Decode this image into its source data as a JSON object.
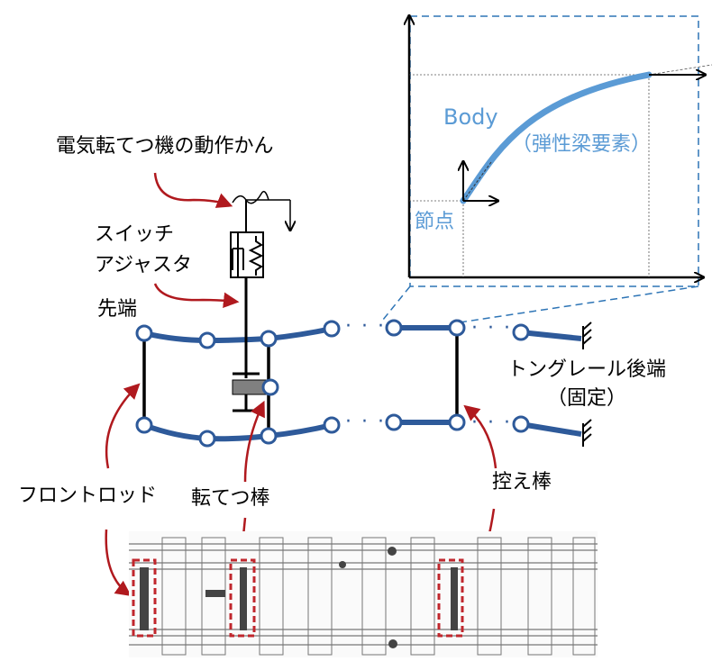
{
  "labels": {
    "actuator": "電気転てつ機の動作かん",
    "switch_adjuster_1": "スイッチ",
    "switch_adjuster_2": "アジャスタ",
    "tip": "先端",
    "tongue_end_1": "トングレール後端",
    "tongue_end_2": "（固定）",
    "front_rod": "フロントロッド",
    "switch_rod": "転てつ棒",
    "stay_rod": "控え棒"
  },
  "inset": {
    "body": "Body",
    "element": "（弾性梁要素）",
    "node": "節点"
  },
  "ellipsis": "· · ·",
  "colors": {
    "rail_blue": "#2e5a9a",
    "curve_blue": "#5b9bd5",
    "arrow_red": "#b0191e",
    "highlight_red": "#c0272d",
    "dash_blue": "#2e75b6"
  }
}
